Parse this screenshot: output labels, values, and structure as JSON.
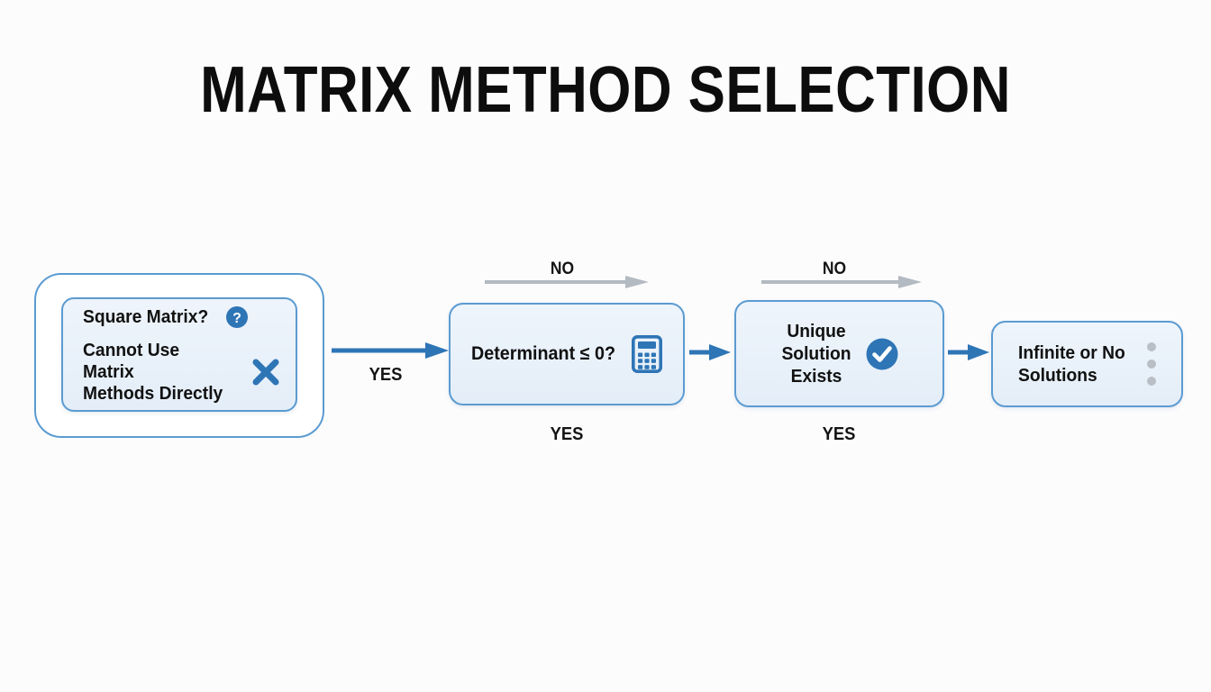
{
  "page": {
    "title": "MATRIX METHOD SELECTION",
    "background_color": "#fcfcfd"
  },
  "theme": {
    "accent_blue": "#2e75b6",
    "node_border": "#5b9bd1",
    "node_fill": "#e8f1fa",
    "gray_arrow": "#b3bac1",
    "text_color": "#111111"
  },
  "flow": {
    "nodes": [
      {
        "id": "start",
        "question": "Square Matrix?",
        "question_icon": "question-circle-icon",
        "result": "Cannot Use Matrix\nMethods Directly",
        "result_icon": "cross-x-icon"
      },
      {
        "id": "determinant",
        "label": "Determinant ≤ 0?",
        "icon": "calculator-icon"
      },
      {
        "id": "unique-solution",
        "label": "Unique\nSolution\nExists",
        "icon": "check-circle-icon"
      },
      {
        "id": "infinite-solutions",
        "label": "Infinite or No\nSolutions",
        "icon": "more-vertical-dots-icon"
      }
    ],
    "edges": [
      {
        "id": "start-to-determinant",
        "label": "YES",
        "style": "blue",
        "position": "below"
      },
      {
        "id": "determinant-no",
        "label": "NO",
        "style": "gray",
        "position": "above"
      },
      {
        "id": "determinant-yes",
        "label": "YES",
        "style": "none",
        "position": "below"
      },
      {
        "id": "determinant-to-unique",
        "label": "",
        "style": "blue",
        "position": "inline"
      },
      {
        "id": "unique-no",
        "label": "NO",
        "style": "gray",
        "position": "above"
      },
      {
        "id": "unique-yes",
        "label": "YES",
        "style": "none",
        "position": "below"
      },
      {
        "id": "unique-to-infinite",
        "label": "",
        "style": "blue",
        "position": "inline"
      }
    ]
  }
}
